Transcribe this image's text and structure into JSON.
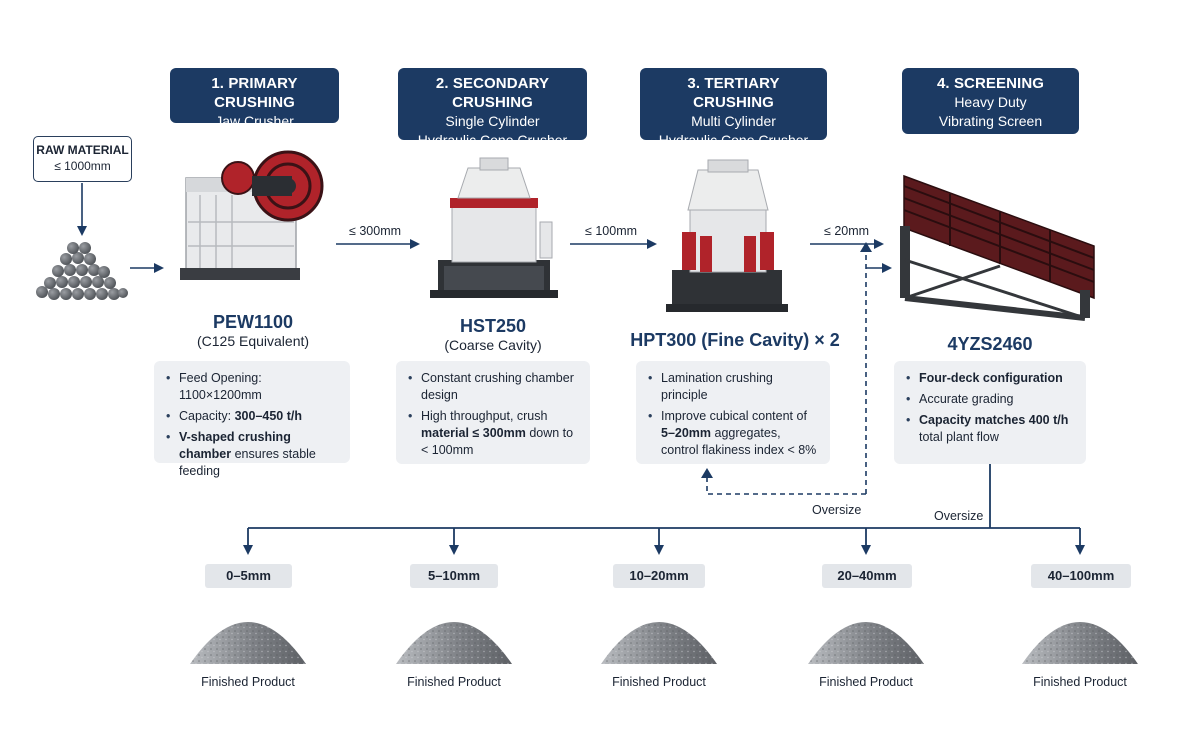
{
  "raw_material": {
    "title": "RAW MATERIAL",
    "size": "≤ 1000mm"
  },
  "stages": [
    {
      "title": "1. PRIMARY CRUSHING",
      "subtitle": "Jaw Crusher",
      "subtitle2": "",
      "model": "PEW1100",
      "model_note": "(C125 Equivalent)",
      "features": [
        {
          "plain_a": "Feed Opening: 1100×1200mm",
          "bold": "",
          "plain_b": ""
        },
        {
          "plain_a": "Capacity: ",
          "bold": "300–450 t/h",
          "plain_b": ""
        },
        {
          "plain_a": "",
          "bold": "V-shaped crushing chamber",
          "plain_b": " ensures stable feeding"
        }
      ]
    },
    {
      "title": "2. SECONDARY CRUSHING",
      "subtitle": "Single Cylinder",
      "subtitle2": "Hydraulic Cone Crusher",
      "model": "HST250",
      "model_note": "(Coarse Cavity)",
      "features": [
        {
          "plain_a": "Constant crushing chamber design",
          "bold": "",
          "plain_b": ""
        },
        {
          "plain_a": "High throughput, crush ",
          "bold": "material ≤ 300mm",
          "plain_b": " down to < 100mm"
        }
      ]
    },
    {
      "title": "3. TERTIARY CRUSHING",
      "subtitle": "Multi Cylinder",
      "subtitle2": "Hydraulic Cone Crusher",
      "model": "HPT300 (Fine Cavity) × 2",
      "model_note": "",
      "features": [
        {
          "plain_a": "Lamination crushing principle",
          "bold": "",
          "plain_b": ""
        },
        {
          "plain_a": "Improve cubical content of ",
          "bold": "5–20mm",
          "plain_b": " aggregates, control flakiness index < 8%"
        }
      ]
    },
    {
      "title": "4. SCREENING",
      "subtitle": "Heavy Duty",
      "subtitle2": "Vibrating Screen",
      "model": "4YZS2460",
      "model_note": "",
      "features": [
        {
          "plain_a": "",
          "bold": "Four-deck configuration",
          "plain_b": ""
        },
        {
          "plain_a": "Accurate grading",
          "bold": "",
          "plain_b": ""
        },
        {
          "plain_a": "",
          "bold": "Capacity matches 400 t/h",
          "plain_b": " total plant flow"
        }
      ]
    }
  ],
  "flow_labels": [
    "≤ 300mm",
    "≤ 100mm",
    "≤ 20mm"
  ],
  "oversize_labels": [
    "Oversize",
    "Oversize"
  ],
  "products": [
    {
      "size": "0–5mm",
      "label": "Finished Product"
    },
    {
      "size": "5–10mm",
      "label": "Finished Product"
    },
    {
      "size": "10–20mm",
      "label": "Finished Product"
    },
    {
      "size": "20–40mm",
      "label": "Finished Product"
    },
    {
      "size": "40–100mm",
      "label": "Finished Product"
    }
  ],
  "colors": {
    "navy": "#1c3a63",
    "card": "#eef0f3",
    "pill": "#e3e6ea",
    "jaw_red": "#b0232a",
    "screen_red": "#7a1f22"
  }
}
